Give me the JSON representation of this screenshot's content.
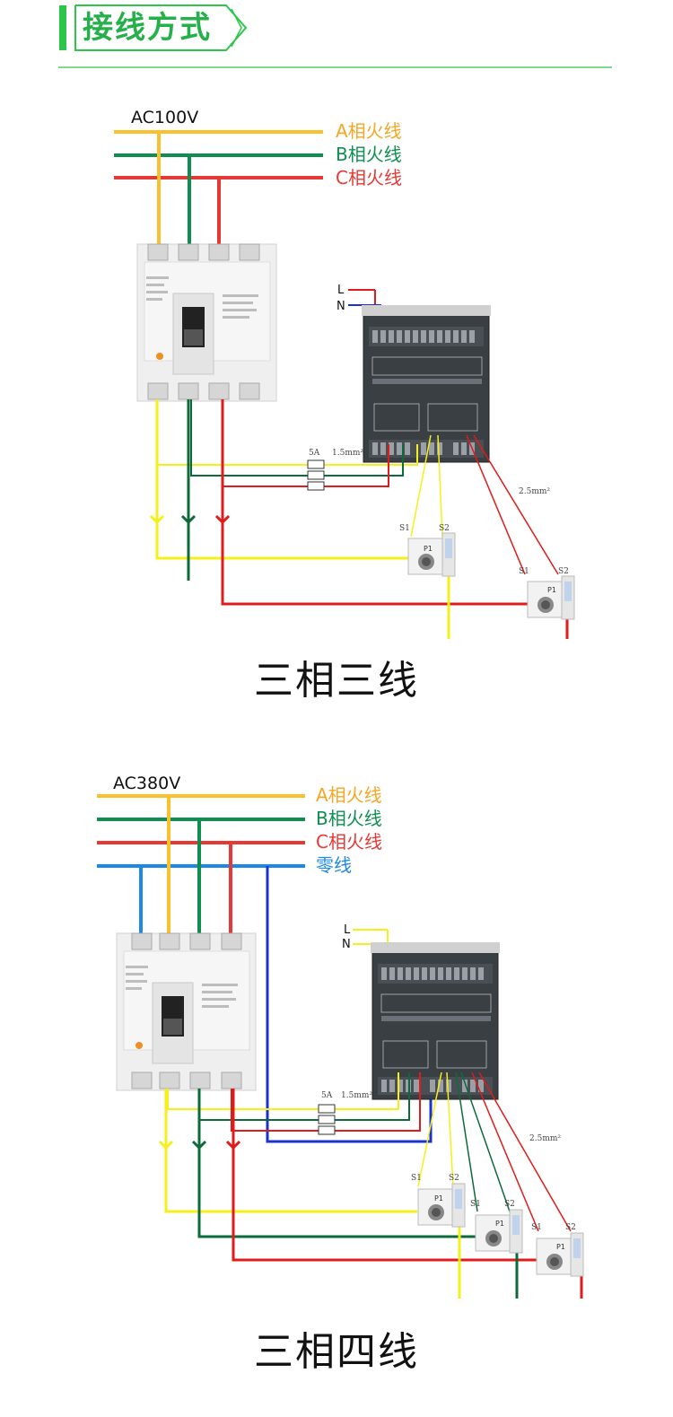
{
  "header": {
    "title": "接线方式",
    "accent_color": "#2cc74a"
  },
  "colors": {
    "phase_a": "#fbc02d",
    "phase_b": "#0e8f50",
    "phase_c": "#e53935",
    "neutral": "#1e88e5",
    "yellow_wire": "#f5ef1a",
    "dark_green_wire": "#0d6b3a",
    "red_wire": "#e01b1b",
    "blue_wire": "#1a33cc"
  },
  "diagrams": [
    {
      "voltage": "AC100V",
      "wire_labels": [
        "A相火线",
        "B相火线",
        "C相火线"
      ],
      "power_terminals": [
        "L",
        "N"
      ],
      "fuse_rating": "5A",
      "voltage_wire_size": "1.5mm²",
      "current_wire_size": "2.5mm²",
      "ct_labels": {
        "s1": "S1",
        "s2": "S2",
        "p1": "P1"
      },
      "caption": "三相三线"
    },
    {
      "voltage": "AC380V",
      "wire_labels": [
        "A相火线",
        "B相火线",
        "C相火线",
        "零线"
      ],
      "power_terminals": [
        "L",
        "N"
      ],
      "fuse_rating": "5A",
      "voltage_wire_size": "1.5mm²",
      "current_wire_size": "2.5mm²",
      "ct_labels": {
        "s1": "S1",
        "s2": "S2",
        "p1": "P1"
      },
      "caption": "三相四线"
    }
  ]
}
